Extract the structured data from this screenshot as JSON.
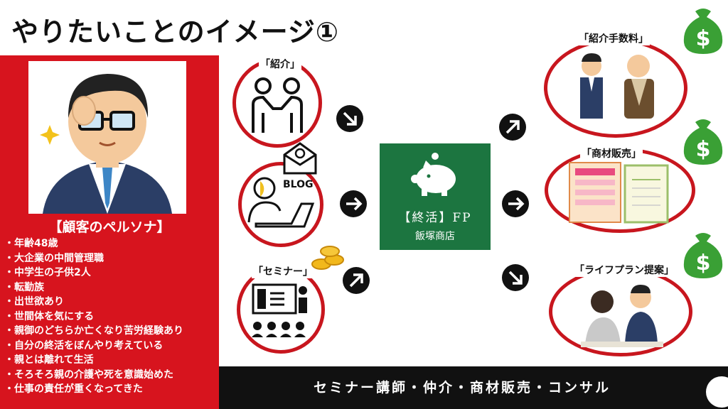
{
  "title": "やりたいことのイメージ①",
  "persona": {
    "heading": "【顧客のペルソナ】",
    "items": [
      "年齢48歳",
      "大企業の中間管理職",
      "中学生の子供2人",
      "転勤族",
      "出世欲あり",
      "世間体を気にする",
      "親御のどちらか亡くなり苦労経験あり",
      "自分の終活をぼんやり考えている",
      "親とは離れて生活",
      "そろそろ親の介護や死を意識始めた",
      "仕事の責任が重くなってきた"
    ]
  },
  "inputs": [
    {
      "label": "「紹介」",
      "icon": "handshake-icon"
    },
    {
      "label": "BLOG",
      "icon": "blog-icon"
    },
    {
      "label": "「セミナー」",
      "icon": "seminar-icon"
    }
  ],
  "center": {
    "title": "【終活】FP",
    "subtitle": "飯塚商店",
    "icon": "piggy-bank-icon",
    "color": "#1c7540"
  },
  "outputs": [
    {
      "label": "「紹介手数料」",
      "icon": "referral-fee-icon"
    },
    {
      "label": "「商材販売」",
      "icon": "product-sales-icon"
    },
    {
      "label": "「ライフプラン提案」",
      "icon": "lifeplan-proposal-icon"
    }
  ],
  "bottom_bar": {
    "text": "セミナー講師・仲介・商材販売・コンサル"
  },
  "colors": {
    "accent_red": "#d7141e",
    "circle_border": "#c8161e",
    "money_green": "#3aa035",
    "dark": "#111111"
  }
}
